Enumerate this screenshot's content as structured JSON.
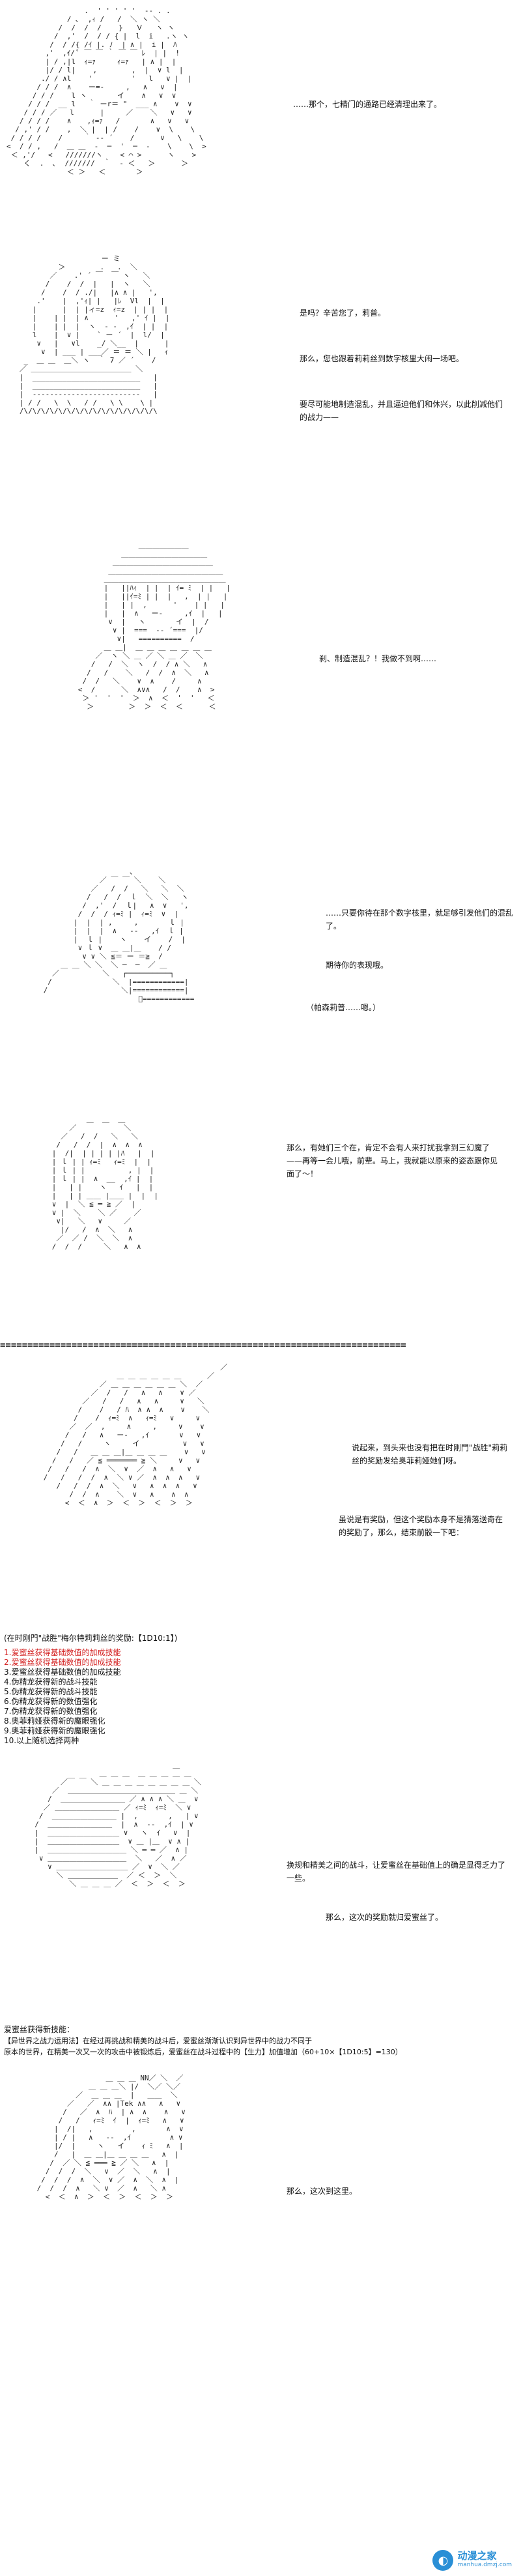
{
  "panel1": {
    "dialog": [
      "……那个，七精门的通路已经清理出来了。"
    ]
  },
  "panel2": {
    "dialog": [
      "是吗？辛苦您了，莉普。",
      "那么，您也跟着莉莉丝到数字核里大闹一场吧。",
      "要尽可能地制造混乱，并且逼迫他们和休兴，以此削减他们的战力——"
    ]
  },
  "panel3": {
    "dialog": [
      "刹、制造混乱？！我做不到啊……"
    ]
  },
  "panel4": {
    "dialog": [
      "……只要你待在那个数字核里，就足够引发他们的混乱了。",
      "期待你的表现哦。",
      "（帕森莉普……嗯。）"
    ]
  },
  "panel5": {
    "dialog": [
      "那么，有她们三个在，肯定不会有人来打扰我拿到三幻魔了——再等一会儿哦，前辈。马上，我就能以原来的姿态跟你见面了～！"
    ]
  },
  "divider": "==========================================================================",
  "panel6": {
    "dialog": [
      "说起来，到头来也没有把在时刚門\"战胜\"莉莉丝的奖励发给奥菲莉娅她们呀。",
      "虽说是有奖励，但这个奖励本身不是猜落送奇在的奖励了，那么，结束前骰一下吧："
    ]
  },
  "roll": {
    "title": "(在时刚門\"战胜\"梅尔特莉莉丝的奖励:【1D10:1】)",
    "items": [
      {
        "text": "1.爱蜜丝获得基础数值的加成技能",
        "red": true
      },
      {
        "text": "2.爱蜜丝获得基础数值的加成技能",
        "red": true
      },
      {
        "text": "3.爱蜜丝获得基础数值的加成技能",
        "red": false
      },
      {
        "text": "4.伪精龙获得新的战斗技能",
        "red": false
      },
      {
        "text": "5.伪精龙获得新的战斗技能",
        "red": false
      },
      {
        "text": "6.伪精龙获得新的数值强化",
        "red": false
      },
      {
        "text": "7.伪精龙获得新的数值强化",
        "red": false
      },
      {
        "text": "8.奥菲莉娅获得新的魔眼强化",
        "red": false
      },
      {
        "text": "9.奥菲莉娅获得新的魔眼强化",
        "red": false
      },
      {
        "text": "10.以上随机选择两种",
        "red": false
      }
    ]
  },
  "panel7": {
    "dialog": [
      "换规和精美之间的战斗，让爱蜜丝在基础值上的确是显得乏力了一些。",
      "那么，这次的奖励就归爱蜜丝了。"
    ]
  },
  "skill": {
    "header": "爱蜜丝获得新技能：",
    "lines": [
      "【异世界之战力运用法】在经过再挑战和精美的战斗后，爱蜜丝渐渐认识到异世界中的战力不同于",
      "原本的世界，在精美一次又一次的攻击中被锻炼后，爱蜜丝在战斗过程中的【生力】加值增加（60+10×【1D10:5】=130）"
    ]
  },
  "panel8": {
    "dialog": [
      "那么，这次到这里。"
    ]
  },
  "watermark": {
    "cn": "动漫之家",
    "url": "manhua.dmzj.com"
  }
}
